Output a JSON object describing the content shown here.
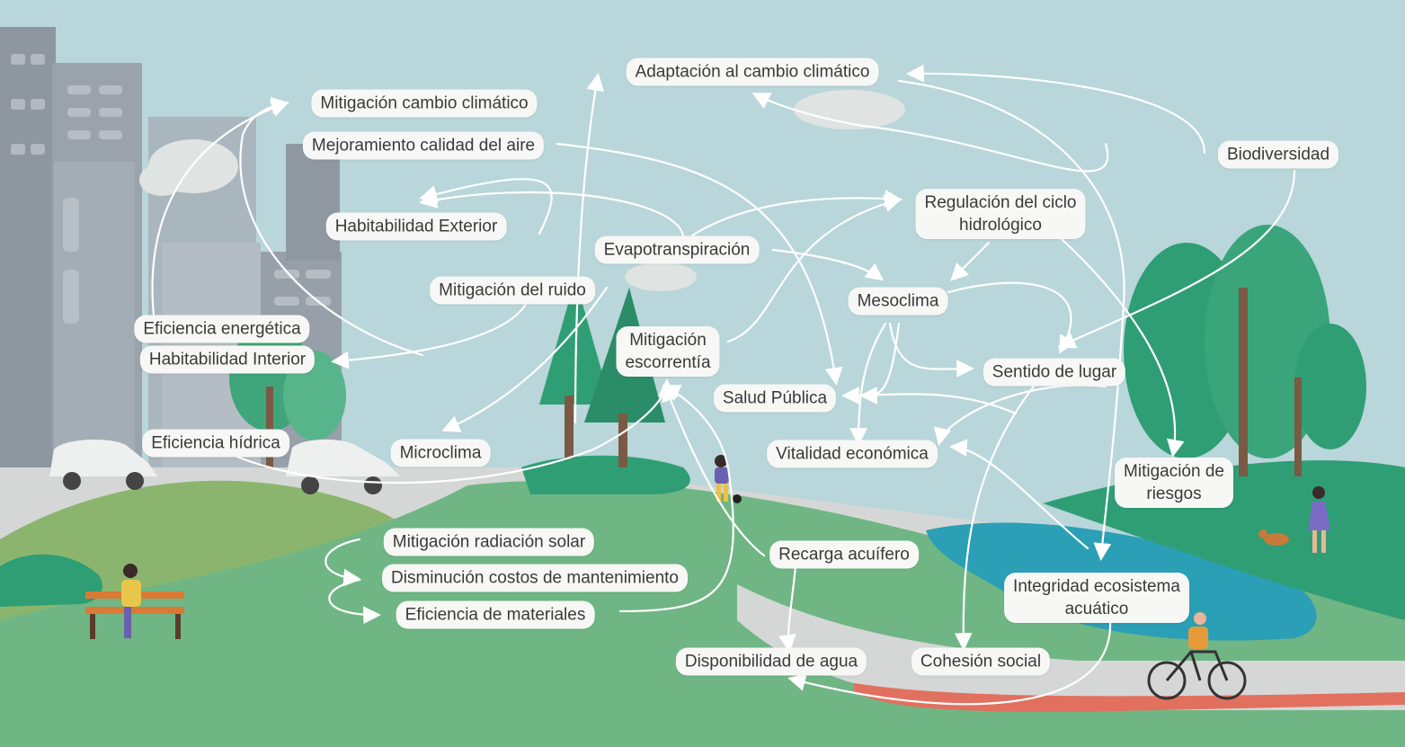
{
  "colors": {
    "sky": "#b9d6da",
    "building_dark": "#8e969f",
    "building_light": "#aab6bd",
    "grass": "#6fb684",
    "grass_dark": "#2f9e74",
    "road": "#d5d7d6",
    "water": "#2a9fb6",
    "bike_lane": "#e2705f",
    "arrow": "#ffffff",
    "label_bg": "#f7f8f6",
    "label_text": "#3a3a3a"
  },
  "nodes": {
    "mitigacion_cambio": "Mitigación cambio climático",
    "mejoramiento_aire": "Mejoramiento calidad del aire",
    "habitabilidad_exterior": "Habitabilidad Exterior",
    "mitigacion_ruido": "Mitigación del ruido",
    "eficiencia_energetica": "Eficiencia energética",
    "habitabilidad_interior": "Habitabilidad Interior",
    "eficiencia_hidrica": "Eficiencia hídrica",
    "microclima": "Microclima",
    "adaptacion": "Adaptación al cambio climático",
    "evapotranspiracion": "Evapotranspiración",
    "mitigacion_escorrentia_1": "Mitigación",
    "mitigacion_escorrentia_2": "escorrentía",
    "regulacion_1": "Regulación del ciclo",
    "regulacion_2": "hidrológico",
    "mesoclima": "Mesoclima",
    "biodiversidad": "Biodiversidad",
    "sentido_lugar": "Sentido de lugar",
    "salud_publica": "Salud Pública",
    "vitalidad": "Vitalidad económica",
    "mitigacion_riesgos_1": "Mitigación de",
    "mitigacion_riesgos_2": "riesgos",
    "radiacion_solar": "Mitigación radiación solar",
    "costos_mantenimiento": "Disminución costos de mantenimiento",
    "eficiencia_materiales": "Eficiencia de materiales",
    "recarga_acuifero": "Recarga acuífero",
    "integridad_1": "Integridad ecosistema",
    "integridad_2": "acuático",
    "disponibilidad_agua": "Disponibilidad de agua",
    "cohesion_social": "Cohesión social"
  }
}
